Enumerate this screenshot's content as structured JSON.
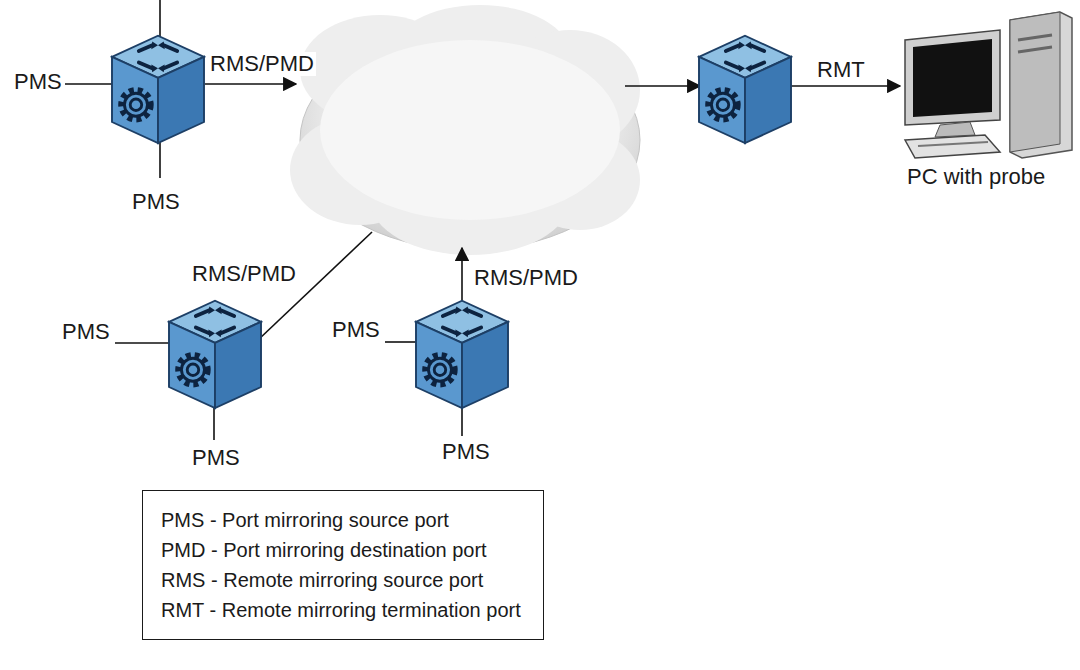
{
  "diagram": {
    "nodes": [
      {
        "text": [
          "PMS - Port mirroring source port",
          "PMD - Port mirroring destination port",
          "RMS - Remote mirroring source port",
          "RMT - Remote mirroring termination port"
        ]
      }
    ],
    "labels": [
      "PMS",
      "RMS/PMD",
      "PMS",
      "RMT",
      "PC with probe",
      "RMS/PMD",
      "RMS/PMD",
      "PMS",
      "PMS",
      "PMS",
      "PMS"
    ]
  }
}
